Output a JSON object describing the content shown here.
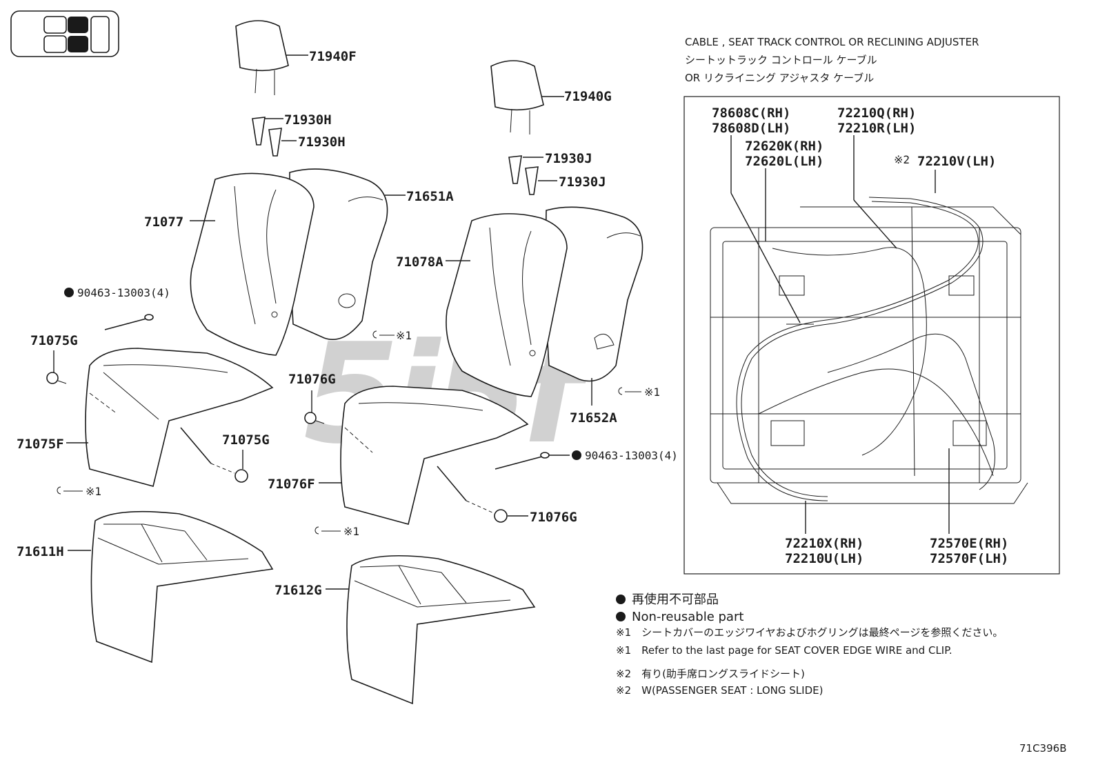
{
  "inset_title": {
    "line1": "CABLE , SEAT TRACK CONTROL OR RECLINING ADJUSTER",
    "line2": "シートットラック コントロール ケーブル",
    "line3": "OR リクライニング アジャスタ ケーブル"
  },
  "labels": {
    "p71940F": "71940F",
    "p71930H_a": "71930H",
    "p71930H_b": "71930H",
    "p71651A": "71651A",
    "p71077": "71077",
    "p90463_a": "90463-13003(4)",
    "p71075G_a": "71075G",
    "p71075F": "71075F",
    "p71075G_b": "71075G",
    "p71611H": "71611H",
    "p71940G": "71940G",
    "p71930J_a": "71930J",
    "p71930J_b": "71930J",
    "p71078A": "71078A",
    "p71652A": "71652A",
    "p71076G_a": "71076G",
    "p71076F": "71076F",
    "p90463_b": "90463-13003(4)",
    "p71076G_b": "71076G",
    "p71612G": "71612G"
  },
  "mark_clip": "※1",
  "inset_labels": {
    "l78608": [
      "78608C(RH)",
      "78608D(LH)"
    ],
    "l72210QR": [
      "72210Q(RH)",
      "72210R(LH)"
    ],
    "l72620": [
      "72620K(RH)",
      "72620L(LH)"
    ],
    "l72210V": "72210V(LH)",
    "l72210V_mark": "※2",
    "l72210XU": [
      "72210X(RH)",
      "72210U(LH)"
    ],
    "l72570": [
      "72570E(RH)",
      "72570F(LH)"
    ]
  },
  "notes": {
    "n1_jp": "再使用不可部品",
    "n1_en": "Non-reusable part",
    "n2_jp": "※1　シートカバーのエッジワイヤおよびホグリングは最終ページを参照ください。",
    "n2_en": "※1　Refer to the last page for SEAT COVER EDGE WIRE and CLIP.",
    "n3_jp": "※2　有り(助手席ロングスライドシート)",
    "n3_en": "※2　W(PASSENGER SEAT : LONG SLIDE)"
  },
  "watermark": "5j5f",
  "figure_code": "71C396B"
}
